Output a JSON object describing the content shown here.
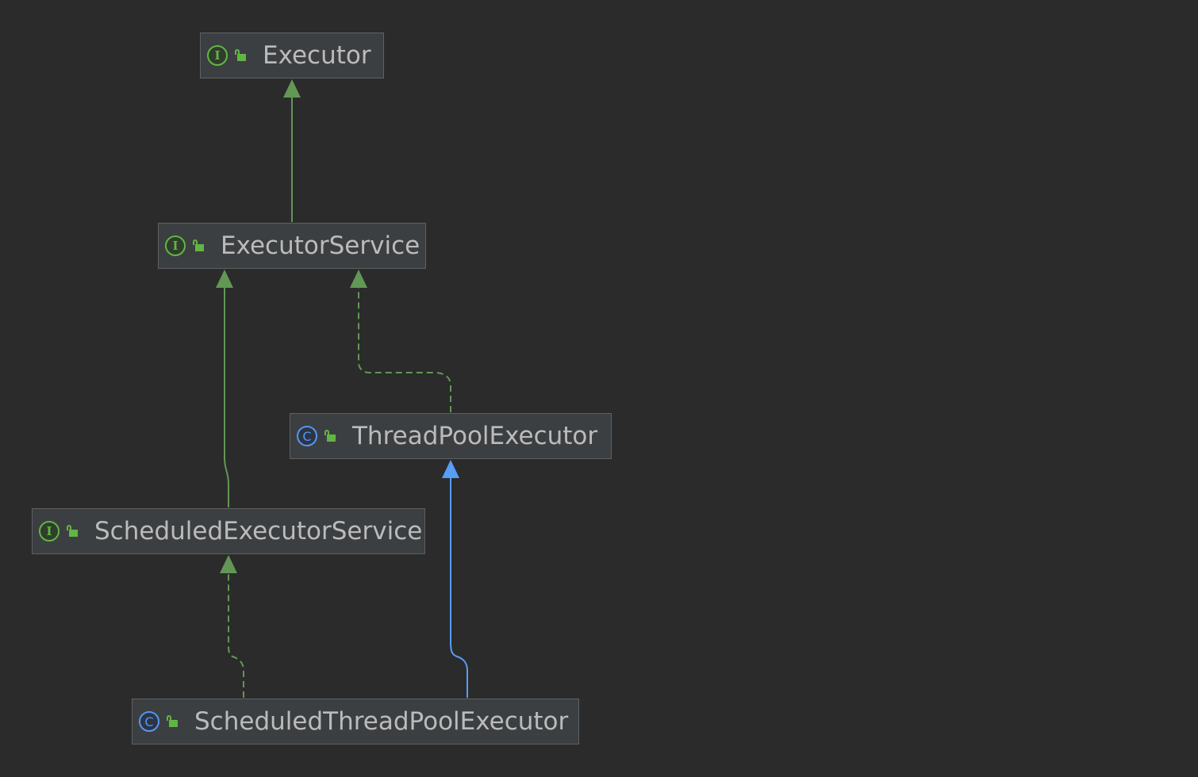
{
  "diagram": {
    "nodes": [
      {
        "id": "executor",
        "label": "Executor",
        "kind": "interface",
        "kind_glyph": "I",
        "access": "public"
      },
      {
        "id": "executor-service",
        "label": "ExecutorService",
        "kind": "interface",
        "kind_glyph": "I",
        "access": "public"
      },
      {
        "id": "thread-pool-executor",
        "label": "ThreadPoolExecutor",
        "kind": "class",
        "kind_glyph": "C",
        "access": "public"
      },
      {
        "id": "scheduled-executor-service",
        "label": "ScheduledExecutorService",
        "kind": "interface",
        "kind_glyph": "I",
        "access": "public"
      },
      {
        "id": "scheduled-thread-pool-executor",
        "label": "ScheduledThreadPoolExecutor",
        "kind": "class",
        "kind_glyph": "C",
        "access": "public"
      }
    ],
    "edges": [
      {
        "from": "executor-service",
        "to": "executor",
        "relation": "extends",
        "style": "solid",
        "color": "#629755"
      },
      {
        "from": "scheduled-executor-service",
        "to": "executor-service",
        "relation": "extends",
        "style": "solid",
        "color": "#629755"
      },
      {
        "from": "thread-pool-executor",
        "to": "executor-service",
        "relation": "implements",
        "style": "dashed",
        "color": "#629755"
      },
      {
        "from": "scheduled-thread-pool-executor",
        "to": "scheduled-executor-service",
        "relation": "implements",
        "style": "dashed",
        "color": "#629755"
      },
      {
        "from": "scheduled-thread-pool-executor",
        "to": "thread-pool-executor",
        "relation": "extends",
        "style": "solid",
        "color": "#589df6"
      }
    ]
  },
  "colors": {
    "background": "#2b2b2b",
    "node_fill": "#3c3f41",
    "node_border": "#5e6163",
    "label_text": "#bbbbbb",
    "interface_icon": "#62b543",
    "class_icon": "#5796ef",
    "lock_icon": "#62b543"
  },
  "icons": {
    "interface": "interface-icon",
    "class": "class-icon",
    "access": "unlocked-padlock-icon"
  }
}
